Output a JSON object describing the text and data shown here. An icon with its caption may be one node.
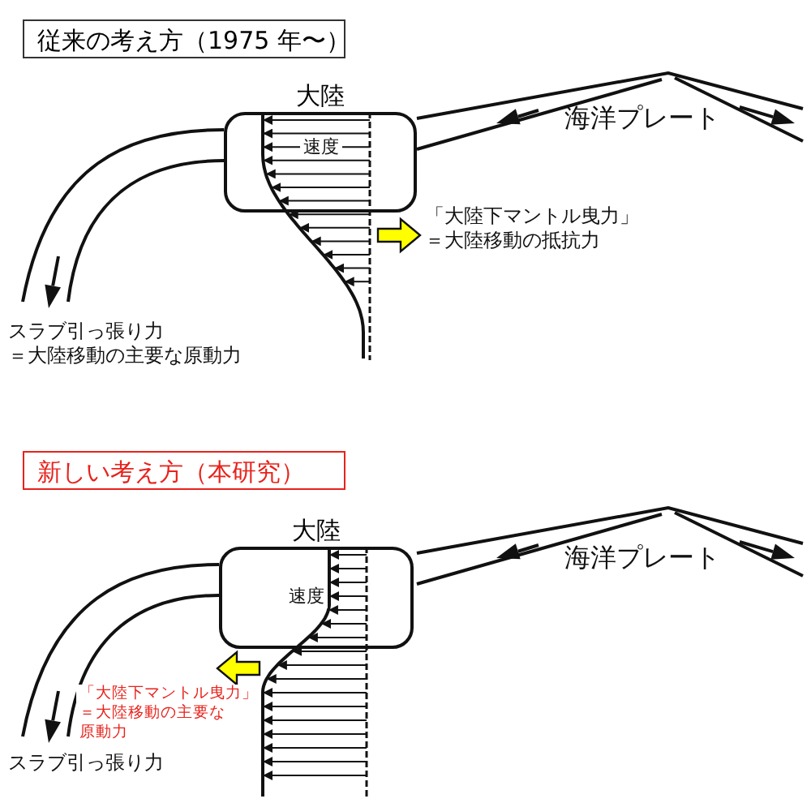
{
  "diagram": {
    "nodes": [
      {
        "text": [
          "従来の考え方（1975 年〜）"
        ]
      },
      {
        "text": [
          "大陸"
        ]
      },
      {
        "text": [
          "新しい考え方（本研究）"
        ]
      },
      {
        "text": [
          "大陸"
        ]
      }
    ],
    "labels": [
      "海洋プレート",
      "速度",
      "「大陸下マントル曳力」＝大陸移動の抵抗力",
      "スラブ引っ張り力＝大陸移動の主要な原動力",
      "海洋プレート",
      "速度",
      "「大陸下マントル曳力」＝大陸移動の主要な原動力",
      "スラブ引っ張り力"
    ]
  }
}
